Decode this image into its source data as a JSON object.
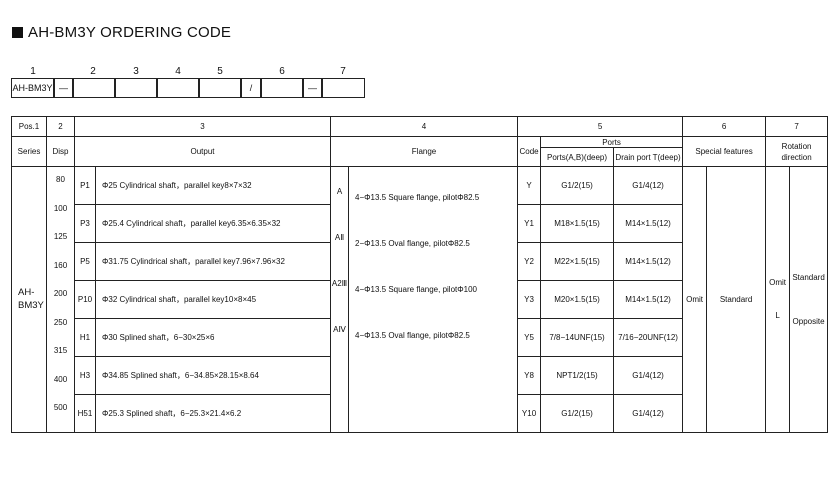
{
  "title": "AH-BM3Y ORDERING CODE",
  "code_bar": {
    "positions": [
      "1",
      "2",
      "3",
      "4",
      "5",
      "6",
      "7"
    ],
    "model": "AH-BM3Y",
    "dash1": "—",
    "slash": "/",
    "dash2": "—"
  },
  "table": {
    "pos_row": {
      "label": "Pos.1",
      "c2": "2",
      "c3": "3",
      "c4": "4",
      "c5": "5",
      "c6": "6",
      "c7": "7"
    },
    "headers": {
      "series": "Series",
      "disp": "Disp",
      "output": "Output",
      "flange": "Flange",
      "code": "Code",
      "ports": "Ports",
      "ports_ab": "Ports(A,B)(deep)",
      "drain": "Drain port T(deep)",
      "special": "Special features",
      "rotation": "Rotation direction"
    },
    "series_value_line1": "AH-",
    "series_value_line2": "BM3Y",
    "disp": [
      "80",
      "100",
      "125",
      "160",
      "200",
      "250",
      "315",
      "400",
      "500"
    ],
    "outputs": [
      {
        "code": "P1",
        "desc": "Φ25 Cylindrical shaft，parallel key8×7×32"
      },
      {
        "code": "P3",
        "desc": "Φ25.4 Cylindrical shaft，parallel key6.35×6.35×32"
      },
      {
        "code": "P5",
        "desc": "Φ31.75 Cylindrical shaft，parallel key7.96×7.96×32"
      },
      {
        "code": "P10",
        "desc": "Φ32 Cylindrical shaft，parallel key10×8×45"
      },
      {
        "code": "H1",
        "desc": "Φ30 Splined shaft，6−30×25×6"
      },
      {
        "code": "H3",
        "desc": "Φ34.85 Splined shaft，6−34.85×28.15×8.64"
      },
      {
        "code": "H51",
        "desc": "Φ25.3 Splined shaft，6−25.3×21.4×6.2"
      }
    ],
    "flanges": [
      {
        "code": "A",
        "desc": "4−Φ13.5 Square flange, pilotΦ82.5"
      },
      {
        "code": "AⅡ",
        "desc": "2−Φ13.5 Oval flange, pilotΦ82.5"
      },
      {
        "code": "A2Ⅲ",
        "desc": "4−Φ13.5 Square flange, pilotΦ100"
      },
      {
        "code": "AⅣ",
        "desc": "4−Φ13.5 Oval flange, pilotΦ82.5"
      }
    ],
    "ports": [
      {
        "code": "Y",
        "ab": "G1/2(15)",
        "t": "G1/4(12)"
      },
      {
        "code": "Y1",
        "ab": "M18×1.5(15)",
        "t": "M14×1.5(12)"
      },
      {
        "code": "Y2",
        "ab": "M22×1.5(15)",
        "t": "M14×1.5(12)"
      },
      {
        "code": "Y3",
        "ab": "M20×1.5(15)",
        "t": "M14×1.5(12)"
      },
      {
        "code": "Y5",
        "ab": "7/8−14UNF(15)",
        "t": "7/16−20UNF(12)"
      },
      {
        "code": "Y8",
        "ab": "NPT1/2(15)",
        "t": "G1/4(12)"
      },
      {
        "code": "Y10",
        "ab": "G1/2(15)",
        "t": "G1/4(12)"
      }
    ],
    "special": {
      "code": "Omit",
      "desc": "Standard"
    },
    "rotation": {
      "code1": "Omit",
      "desc1": "Standard",
      "code2": "L",
      "desc2": "Opposite"
    }
  }
}
